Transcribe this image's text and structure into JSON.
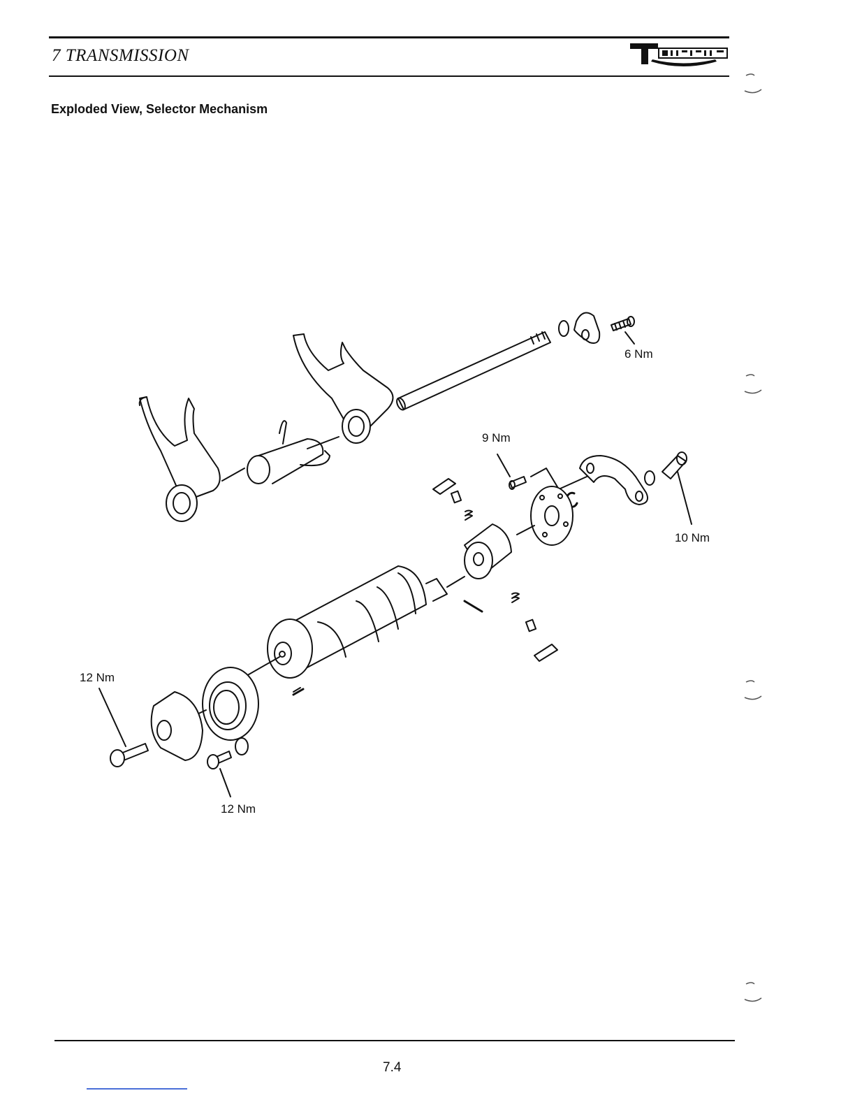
{
  "header": {
    "section_title": "7  TRANSMISSION",
    "logo_text": "TRIUMPH"
  },
  "page_heading": "Exploded View, Selector Mechanism",
  "diagram": {
    "torque_labels": {
      "top_bolt": "6 Nm",
      "detent_bolt": "9 Nm",
      "stopper_bolt": "10 Nm",
      "drum_end_bolt": "12 Nm",
      "bearing_bolt": "12 Nm"
    }
  },
  "footer": {
    "page_number": "7.4"
  }
}
